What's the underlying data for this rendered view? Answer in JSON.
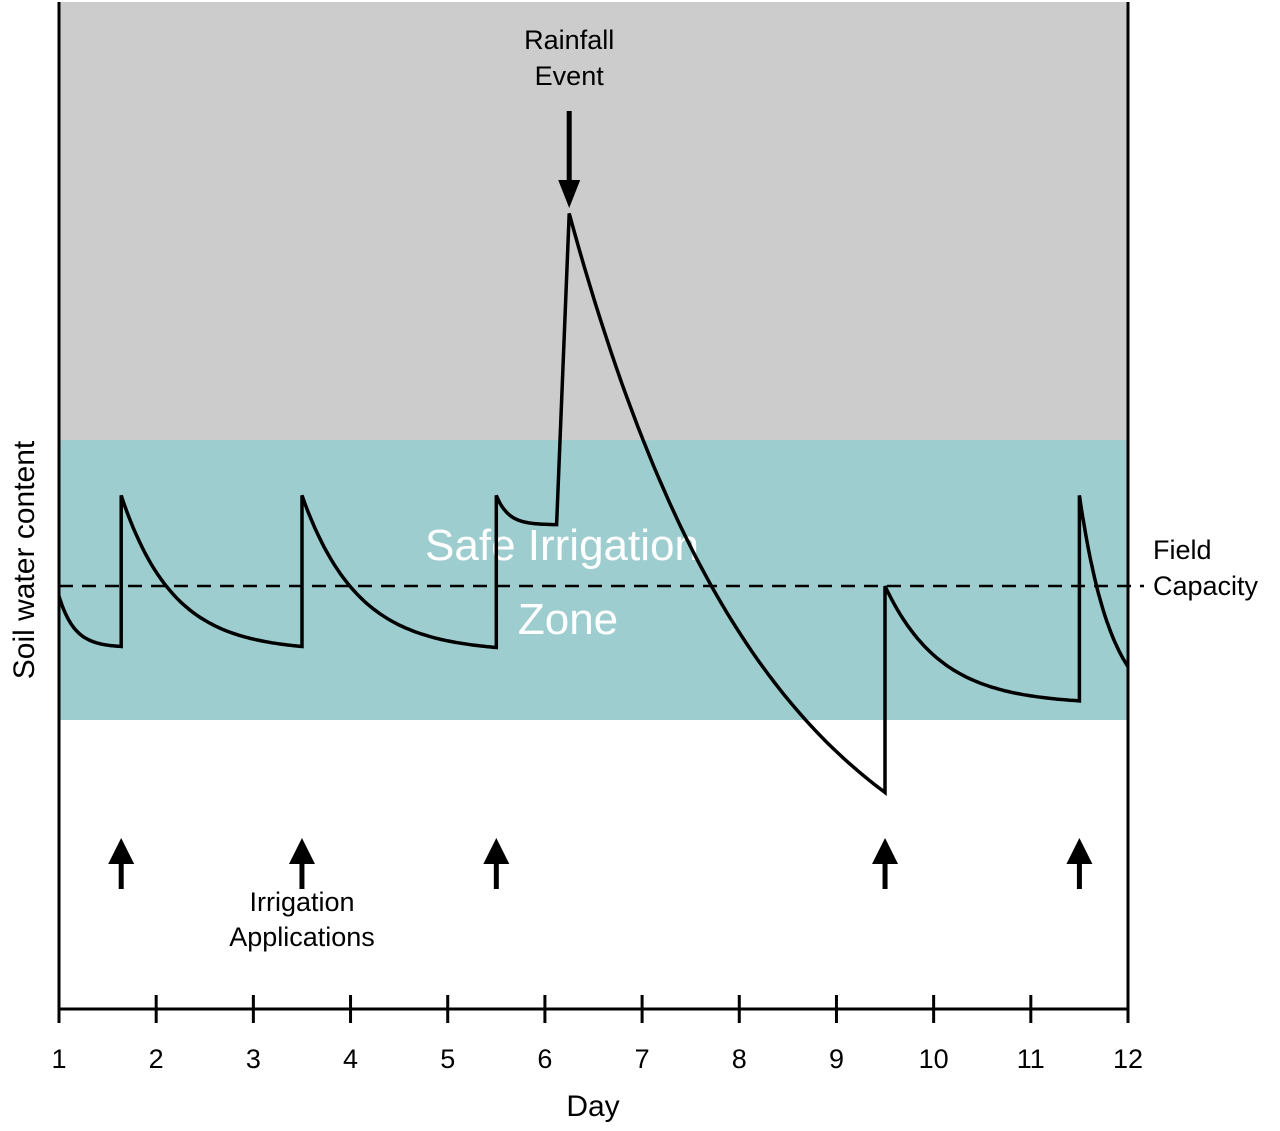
{
  "chart_data": {
    "type": "line",
    "xlabel": "Day",
    "ylabel": "Soil water content",
    "xlim": [
      1,
      12
    ],
    "ylim": [
      0,
      1
    ],
    "x_ticks": [
      "1",
      "2",
      "3",
      "4",
      "5",
      "6",
      "7",
      "8",
      "9",
      "10",
      "11",
      "12"
    ],
    "y_ticks": [],
    "grid": false,
    "legend": "none",
    "bands": [
      {
        "name": "",
        "y_range": [
          0.565,
          1.0
        ],
        "color": "#cccccc"
      },
      {
        "name": "zone",
        "y_range": [
          0.287,
          0.565
        ],
        "color": "#9dcdcf"
      }
    ],
    "zone_label_line1": "Safe Irrigation",
    "zone_label_line2": "Zone",
    "field_capacity": {
      "y": 0.42,
      "label_line1": "Field",
      "label_line2": "Capacity"
    },
    "series": [
      {
        "segments": [
          {
            "type": "decay",
            "x0": 1.0,
            "y0": 0.41,
            "x1": 1.64,
            "y1": 0.36,
            "k": 4.0
          },
          {
            "type": "jump",
            "x": 1.64,
            "y0": 0.36,
            "y1": 0.51
          },
          {
            "type": "decay",
            "x0": 1.64,
            "y0": 0.51,
            "x1": 3.5,
            "y1": 0.36,
            "k": 3.5
          },
          {
            "type": "jump",
            "x": 3.5,
            "y0": 0.36,
            "y1": 0.51
          },
          {
            "type": "decay",
            "x0": 3.5,
            "y0": 0.51,
            "x1": 5.5,
            "y1": 0.359,
            "k": 3.5
          },
          {
            "type": "jump",
            "x": 5.5,
            "y0": 0.359,
            "y1": 0.51
          },
          {
            "type": "decay",
            "x0": 5.5,
            "y0": 0.51,
            "x1": 6.12,
            "y1": 0.481,
            "k": 5.0
          },
          {
            "type": "line",
            "x0": 6.12,
            "y0": 0.481,
            "x1": 6.25,
            "y1": 0.79
          },
          {
            "type": "decay",
            "x0": 6.25,
            "y0": 0.79,
            "x1": 9.5,
            "y1": 0.215,
            "k": 1.6
          },
          {
            "type": "jump",
            "x": 9.5,
            "y0": 0.215,
            "y1": 0.42
          },
          {
            "type": "decay",
            "x0": 9.5,
            "y0": 0.42,
            "x1": 11.5,
            "y1": 0.306,
            "k": 3.5
          },
          {
            "type": "jump",
            "x": 11.5,
            "y0": 0.306,
            "y1": 0.51
          },
          {
            "type": "decay",
            "x0": 11.5,
            "y0": 0.51,
            "x1": 12.0,
            "y1": 0.34,
            "k": 1.5
          }
        ]
      }
    ],
    "rainfall": {
      "x": 6.25,
      "label_line1": "Rainfall",
      "label_line2": "Event"
    },
    "irrigation": {
      "x": [
        1.64,
        3.5,
        5.5,
        9.5,
        11.5
      ],
      "label_line1": "Irrigation",
      "label_line2": "Applications"
    }
  }
}
